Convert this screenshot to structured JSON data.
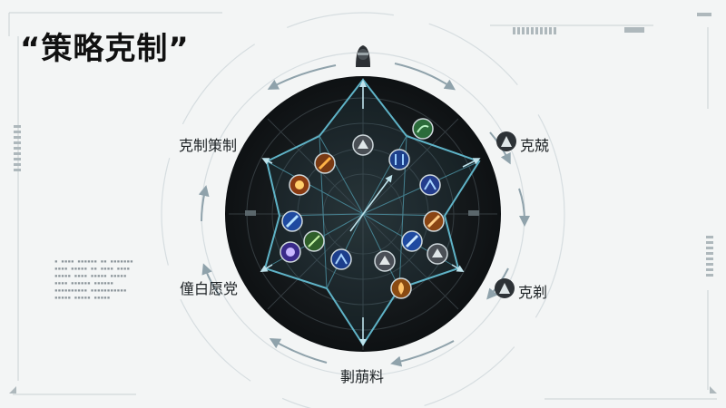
{
  "title": "“策略克制”",
  "labels": {
    "left_top": "克制策制",
    "left_bottom": "僮白愿党",
    "right_top": "克兢",
    "right_bottom": "克剃",
    "bottom": "剚萠料"
  },
  "icons": {
    "top_figure": "hooded-figure-icon",
    "right_top_emblem": "emblem-icon",
    "right_bottom_emblem": "emblem-icon"
  },
  "colors": {
    "background": "#f3f5f5",
    "disc": "#15191b",
    "accent": "#5fb3c7",
    "arrow_gray": "#8fa2ab"
  }
}
